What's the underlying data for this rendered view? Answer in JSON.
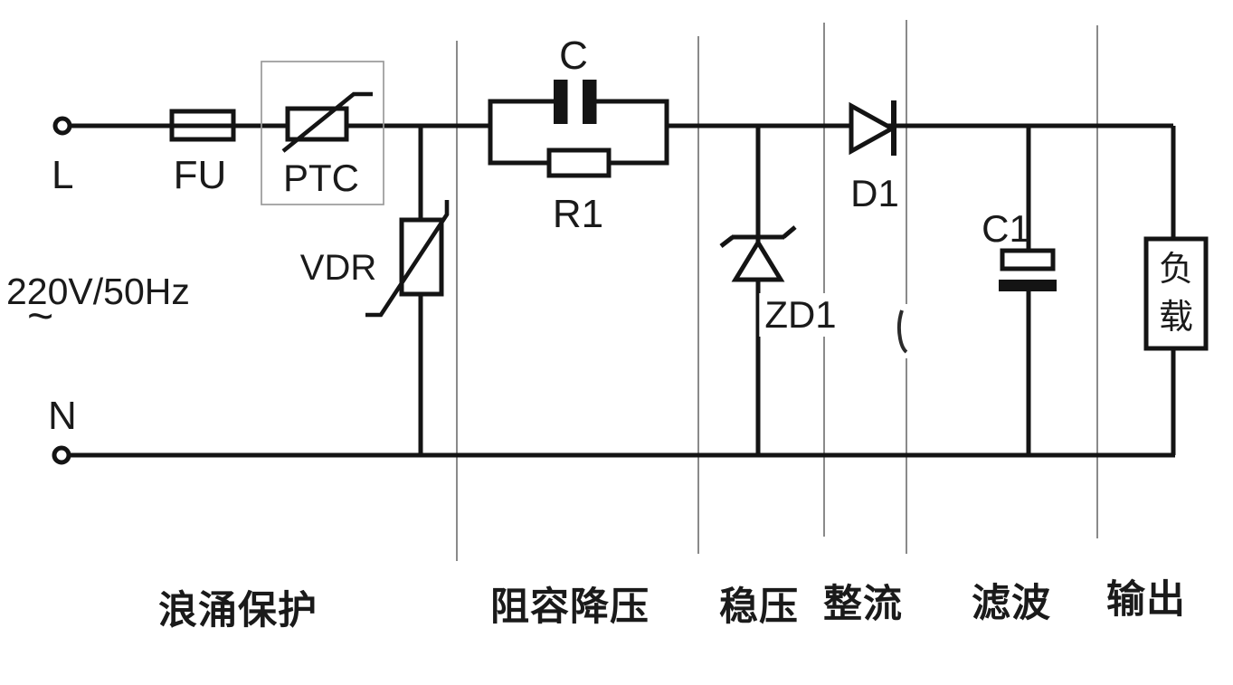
{
  "source": {
    "live_label": "L",
    "neutral_label": "N",
    "voltage": "220V/50Hz",
    "ac_symbol": "~"
  },
  "components": {
    "fuse_label": "FU",
    "ptc_label": "PTC",
    "vdr_label": "VDR",
    "dropper_cap_label": "C",
    "bleeder_resistor_label": "R1",
    "zener_label": "ZD1",
    "rectifier_diode_label": "D1",
    "filter_cap_label": "C1",
    "load_char_top": "负",
    "load_char_bottom": "载"
  },
  "sections": [
    {
      "label": "浪涌保护"
    },
    {
      "label": "阻容降压"
    },
    {
      "label": "稳压"
    },
    {
      "label": "整流"
    },
    {
      "label": "滤波"
    },
    {
      "label": "输出"
    }
  ],
  "colors": {
    "line": "#141414",
    "divider": "#7d7d7d",
    "ptc_box": "#9a9a9a",
    "background": "#ffffff"
  }
}
